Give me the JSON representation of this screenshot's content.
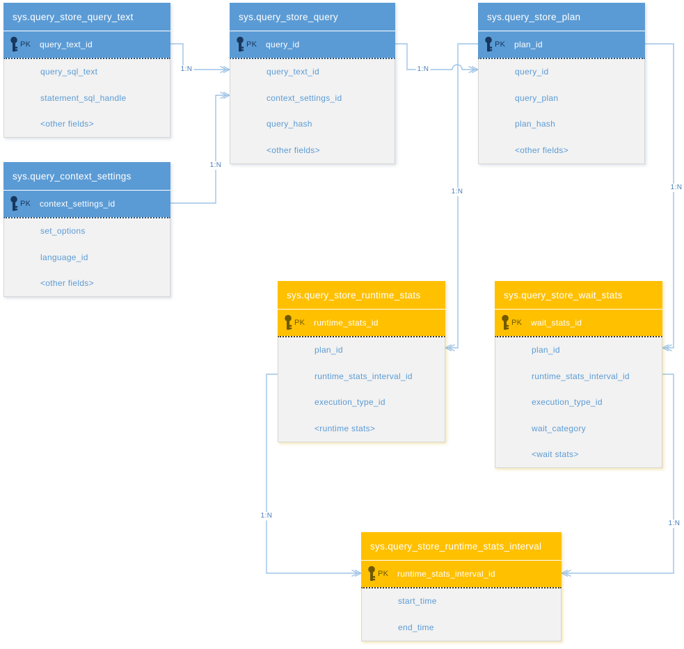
{
  "diagram": {
    "type": "entity-relationship",
    "subject": "SQL Server Query Store catalog views",
    "background": "#ffffff"
  },
  "colors": {
    "blue_header": "#5B9BD5",
    "blue_dark": "#17375E",
    "orange_header": "#FFC000",
    "orange_dark": "#6e5800",
    "body_background": "#F2F2F2",
    "field_text": "#5B9BD5",
    "connector_line": "#9DC3E6",
    "cardinality_text": "#4a7ebb"
  },
  "icons": {
    "primary_key": "key-icon"
  },
  "tables": [
    {
      "name": "sys.query_store_query_text",
      "theme": "blue",
      "pk_label": "PK",
      "pk_field": "query_text_id",
      "fields": [
        "query_sql_text",
        "statement_sql_handle",
        "<other fields>"
      ]
    },
    {
      "name": "sys.query_store_query",
      "theme": "blue",
      "pk_label": "PK",
      "pk_field": "query_id",
      "fields": [
        "query_text_id",
        "context_settings_id",
        "query_hash",
        "<other fields>"
      ]
    },
    {
      "name": "sys.query_store_plan",
      "theme": "blue",
      "pk_label": "PK",
      "pk_field": "plan_id",
      "fields": [
        "query_id",
        "query_plan",
        "plan_hash",
        "<other fields>"
      ]
    },
    {
      "name": "sys.query_context_settings",
      "theme": "blue",
      "pk_label": "PK",
      "pk_field": "context_settings_id",
      "fields": [
        "set_options",
        "language_id",
        "<other fields>"
      ]
    },
    {
      "name": "sys.query_store_runtime_stats",
      "theme": "orange",
      "pk_label": "PK",
      "pk_field": "runtime_stats_id",
      "fields": [
        "plan_id",
        "runtime_stats_interval_id",
        "execution_type_id",
        "<runtime stats>"
      ]
    },
    {
      "name": "sys.query_store_wait_stats",
      "theme": "orange",
      "pk_label": "PK",
      "pk_field": "wait_stats_id",
      "fields": [
        "plan_id",
        "runtime_stats_interval_id",
        "execution_type_id",
        "wait_category",
        "<wait stats>"
      ]
    },
    {
      "name": "sys.query_store_runtime_stats_interval",
      "theme": "orange",
      "pk_label": "PK",
      "pk_field": "runtime_stats_interval_id",
      "fields": [
        "start_time",
        "end_time"
      ]
    }
  ],
  "relationships": [
    {
      "label": "1:N",
      "from_table": "sys.query_store_query_text",
      "from_field": "query_text_id",
      "to_table": "sys.query_store_query",
      "to_field": "query_text_id"
    },
    {
      "label": "1:N",
      "from_table": "sys.query_context_settings",
      "from_field": "context_settings_id",
      "to_table": "sys.query_store_query",
      "to_field": "context_settings_id"
    },
    {
      "label": "1:N",
      "from_table": "sys.query_store_query",
      "from_field": "query_id",
      "to_table": "sys.query_store_plan",
      "to_field": "query_id"
    },
    {
      "label": "1:N",
      "from_table": "sys.query_store_plan",
      "from_field": "plan_id",
      "to_table": "sys.query_store_runtime_stats",
      "to_field": "plan_id"
    },
    {
      "label": "1:N",
      "from_table": "sys.query_store_plan",
      "from_field": "plan_id",
      "to_table": "sys.query_store_wait_stats",
      "to_field": "plan_id"
    },
    {
      "label": "1:N",
      "from_table": "sys.query_store_runtime_stats",
      "from_field": "runtime_stats_interval_id",
      "to_table": "sys.query_store_runtime_stats_interval",
      "to_field": "runtime_stats_interval_id"
    },
    {
      "label": "1:N",
      "from_table": "sys.query_store_wait_stats",
      "from_field": "runtime_stats_interval_id",
      "to_table": "sys.query_store_runtime_stats_interval",
      "to_field": "runtime_stats_interval_id"
    }
  ]
}
